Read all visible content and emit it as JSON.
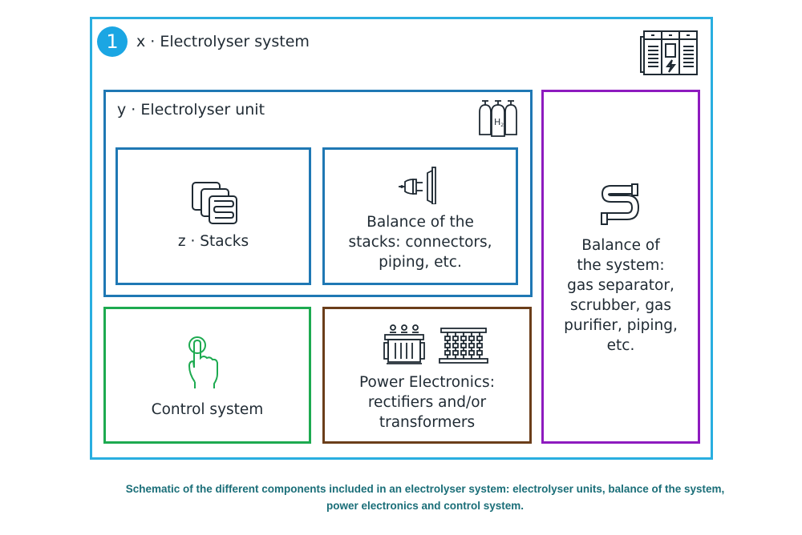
{
  "system": {
    "badge": "1",
    "title": "x · Electrolyser system",
    "icon": "electrical-cabinet-icon"
  },
  "unit": {
    "title": "y · Electrolyser unit",
    "icon": "hydrogen-cylinders-icon",
    "icon_text": "H2"
  },
  "stacks": {
    "label": "z · Stacks",
    "icon": "stacks-icon"
  },
  "balance_of_stacks": {
    "lines": [
      "Balance of the",
      "stacks: connectors,",
      "piping, etc."
    ],
    "icon": "plug-connector-icon"
  },
  "balance_of_system": {
    "lines": [
      "Balance of",
      "the system:",
      "gas separator,",
      "scrubber, gas",
      "purifier, piping,",
      "etc."
    ],
    "icon": "s-pipe-icon"
  },
  "control_system": {
    "label": "Control system",
    "icon": "touch-finger-icon"
  },
  "power_electronics": {
    "lines": [
      "Power Electronics:",
      "rectifiers and/or",
      "transformers"
    ],
    "icons": [
      "transformer-icon",
      "rectifier-icon"
    ]
  },
  "colors": {
    "system_border": "#29aee0",
    "unit_border": "#1f78b4",
    "balance_system_border": "#8e1bbf",
    "control_border": "#1daa50",
    "power_border": "#6b3e1a",
    "badge": "#1ba6e3",
    "caption": "#1a6e78"
  },
  "caption": {
    "line1": "Schematic of the different components included in an electrolyser system: electrolyser units, balance of the system,",
    "line2": "power electronics and control system."
  }
}
